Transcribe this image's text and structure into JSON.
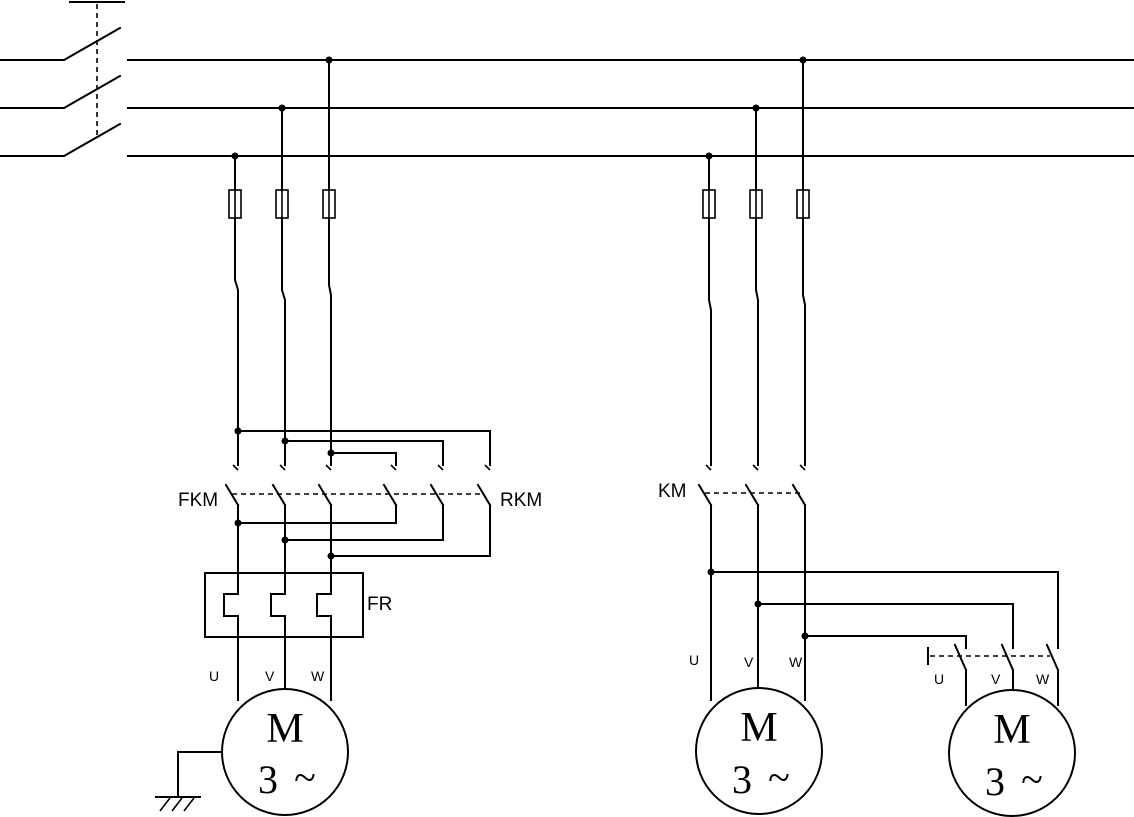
{
  "labels": {
    "fkm": "FKM",
    "rkm": "RKM",
    "fr": "FR",
    "km": "KM"
  },
  "motors": [
    {
      "id": "motor-1",
      "symbol": "M",
      "phase": "3",
      "tilde": "~",
      "terminals": [
        "U",
        "V",
        "W"
      ]
    },
    {
      "id": "motor-2",
      "symbol": "M",
      "phase": "3",
      "tilde": "~",
      "terminals": [
        "U",
        "V",
        "W"
      ]
    },
    {
      "id": "motor-3",
      "symbol": "M",
      "phase": "3",
      "tilde": "~",
      "terminals": [
        "U",
        "V",
        "W"
      ]
    }
  ]
}
